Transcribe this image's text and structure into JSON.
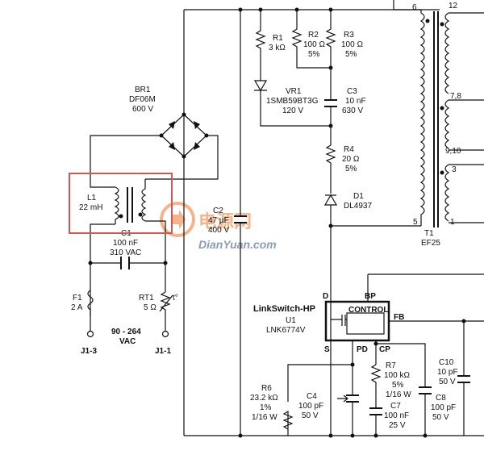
{
  "labels": {
    "br1_name": "BR1",
    "br1_part": "DF06M",
    "br1_volt": "600 V",
    "l1_name": "L1",
    "l1_val": "22 mH",
    "c1_name": "C1",
    "c1_val": "100 nF",
    "c1_volt": "310 VAC",
    "f1_name": "F1",
    "f1_val": "2 A",
    "rt1_name": "RT1",
    "rt1_val": "5 Ω",
    "rt1_t": "t°",
    "vac_range": "90 - 264",
    "vac": "VAC",
    "j13": "J1-3",
    "j11": "J1-1",
    "c2_name": "C2",
    "c2_val": "47 µF",
    "c2_volt": "400 V",
    "r1_name": "R1",
    "r1_val": "3 kΩ",
    "r2_name": "R2",
    "r2_val": "100 Ω",
    "r2_tol": "5%",
    "r3_name": "R3",
    "r3_val": "100 Ω",
    "r3_tol": "5%",
    "vr1_name": "VR1",
    "vr1_part": "1SMB59BT3G",
    "vr1_volt": "120 V",
    "c3_name": "C3",
    "c3_val": "10 nF",
    "c3_volt": "630 V",
    "r4_name": "R4",
    "r4_val": "20 Ω",
    "r4_tol": "5%",
    "d1_name": "D1",
    "d1_part": "DL4937",
    "t1_pin6": "6",
    "t1_pin12": "12",
    "t1_pin78": "7,8",
    "t1_pin910": "9,10",
    "t1_pin3": "3",
    "t1_pin5": "5",
    "t1_pin1": "1",
    "t1_name": "T1",
    "t1_core": "EF25",
    "ic_family": "LinkSwitch-HP",
    "u1_name": "U1",
    "u1_part": "LNK6774V",
    "pin_d": "D",
    "pin_bp": "BP",
    "pin_fb": "FB",
    "pin_s": "S",
    "pin_pd": "PD",
    "pin_cp": "CP",
    "control": "CONTROL",
    "r6_name": "R6",
    "r6_val": "23.2 kΩ",
    "r6_tol": "1%",
    "r6_pow": "1/16 W",
    "c4_name": "C4",
    "c4_val": "100 pF",
    "c4_volt": "50 V",
    "r7_name": "R7",
    "r7_val": "100 kΩ",
    "r7_tol": "5%",
    "r7_pow": "1/16 W",
    "c7_name": "C7",
    "c7_val": "100 nF",
    "c7_volt": "25 V",
    "c8_name": "C8",
    "c8_val": "100 pF",
    "c8_volt": "50 V",
    "c10_name": "C10",
    "c10_val": "10 pF",
    "c10_volt": "50 V"
  },
  "watermark": {
    "brand": "电源网",
    "url": "DianYuan.com"
  },
  "colors": {
    "highlight_box": "#d9534f",
    "watermark_orange": "#f3b48c",
    "watermark_blue": "#8d9bb3"
  }
}
